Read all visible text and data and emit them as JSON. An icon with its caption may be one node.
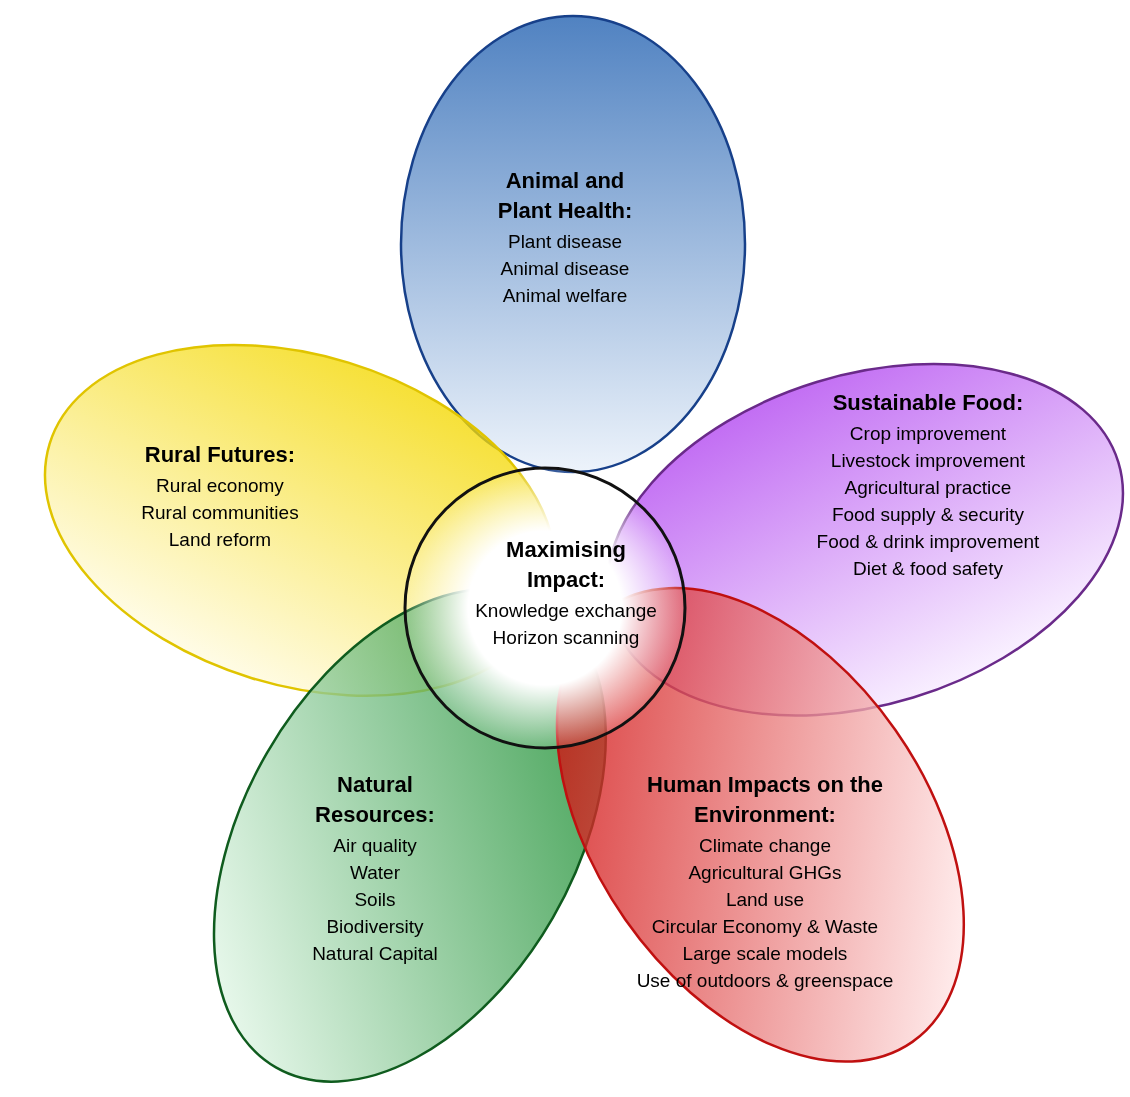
{
  "diagram": {
    "nodes": [
      {
        "text": [
          "Animal and Plant Health:",
          "Plant disease",
          "Animal disease",
          "Animal welfare"
        ]
      },
      {
        "text": [
          "Rural Futures:",
          "Rural economy",
          "Rural communities",
          "Land reform"
        ]
      },
      {
        "text": [
          "Sustainable Food:",
          "Crop improvement",
          "Livestock improvement",
          "Agricultural practice",
          "Food supply & security",
          "Food & drink improvement",
          "Diet & food safety"
        ]
      },
      {
        "text": [
          "Maximising Impact:",
          "Knowledge exchange",
          "Horizon scanning"
        ]
      },
      {
        "text": [
          "Natural Resources:",
          "Air quality",
          "Water",
          "Soils",
          "Biodiversity",
          "Natural Capital"
        ]
      },
      {
        "text": [
          "Human Impacts on the Environment:",
          "Climate change",
          "Agricultural GHGs",
          "Land use",
          "Circular Economy & Waste",
          "Large scale models",
          "Use of outdoors & greenspace"
        ]
      }
    ]
  }
}
